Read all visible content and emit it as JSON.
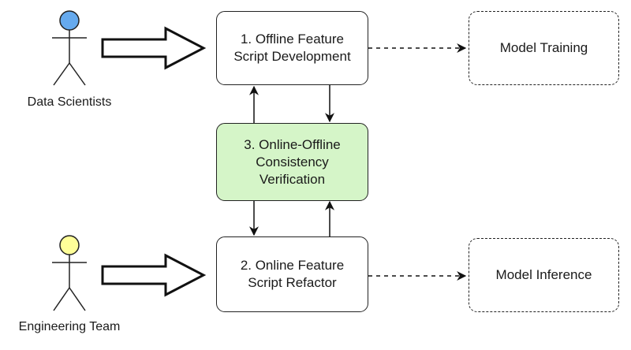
{
  "actors": {
    "data_scientists": {
      "label": "Data Scientists",
      "head_color": "#66aaee"
    },
    "engineering_team": {
      "label": "Engineering Team",
      "head_color": "#ffff99"
    }
  },
  "boxes": {
    "offline_dev": {
      "text": "1. Offline Feature\nScript Development"
    },
    "online_refactor": {
      "text": "2. Online Feature\nScript Refactor"
    },
    "verification": {
      "text": "3. Online-Offline\nConsistency\nVerification",
      "fill": "#d5f5c8"
    },
    "model_training": {
      "text": "Model Training"
    },
    "model_inference": {
      "text": "Model Inference"
    }
  }
}
